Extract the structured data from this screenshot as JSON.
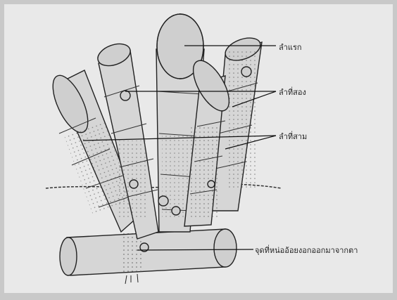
{
  "labels": {
    "first": "ลำแรก",
    "second": "ลำที่สอง",
    "third": "ลำที่สาม",
    "bud": "จุดที่หน่ออ้อยงอกออกมาจากตา"
  }
}
